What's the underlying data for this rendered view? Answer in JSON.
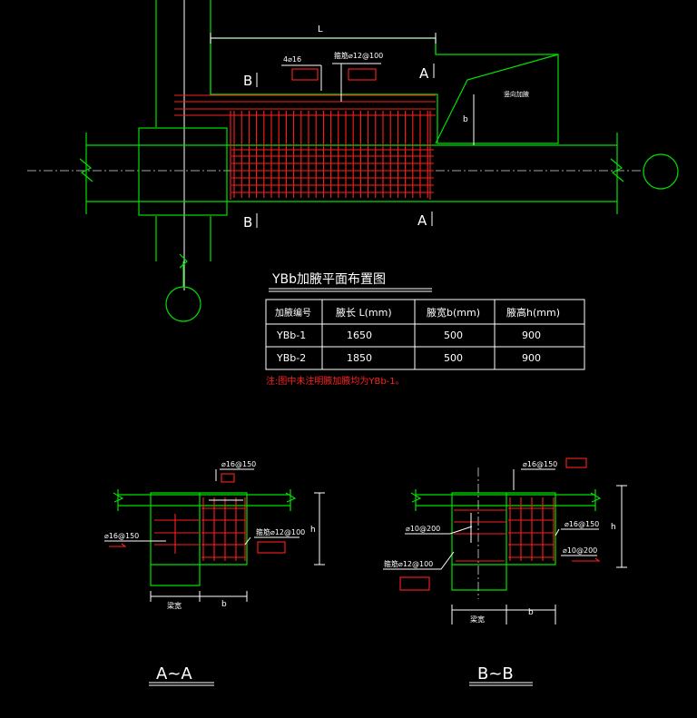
{
  "plan": {
    "title": "YBb加腋平面布置图",
    "dim_length": "L",
    "dim_width": "b",
    "section_mark_a": "A",
    "section_mark_b": "B",
    "rebar_top": "4⌀16",
    "rebar_stirrup": "箍筋⌀12@100",
    "haunch_label": "竖向加腋"
  },
  "table": {
    "headers": [
      "加腋编号",
      "腋长 L(mm)",
      "腋宽b(mm)",
      "腋高h(mm)"
    ],
    "rows": [
      [
        "YBb-1",
        "1650",
        "500",
        "900"
      ],
      [
        "YBb-2",
        "1850",
        "500",
        "900"
      ]
    ],
    "note": "注:图中未注明腋加腋均为YBb-1。"
  },
  "section_aa": {
    "title": "A~A",
    "rebar_top": "⌀16@150",
    "rebar_side": "⌀16@150",
    "stirrup": "箍筋⌀12@100",
    "dim_h": "h",
    "dim_b": "b",
    "dim_left": "梁宽"
  },
  "section_bb": {
    "title": "B~B",
    "rebar_top": "⌀16@150",
    "rebar_left": "⌀10@200",
    "rebar_right": "⌀16@150",
    "rebar_right2": "⌀10@200",
    "stirrup": "箍筋⌀12@100",
    "dim_h": "h",
    "dim_b": "b",
    "dim_left": "梁宽"
  },
  "colors": {
    "background": "#000000",
    "structure": "#00e000",
    "rebar": "#ff2020",
    "annotation": "#ffffff"
  }
}
